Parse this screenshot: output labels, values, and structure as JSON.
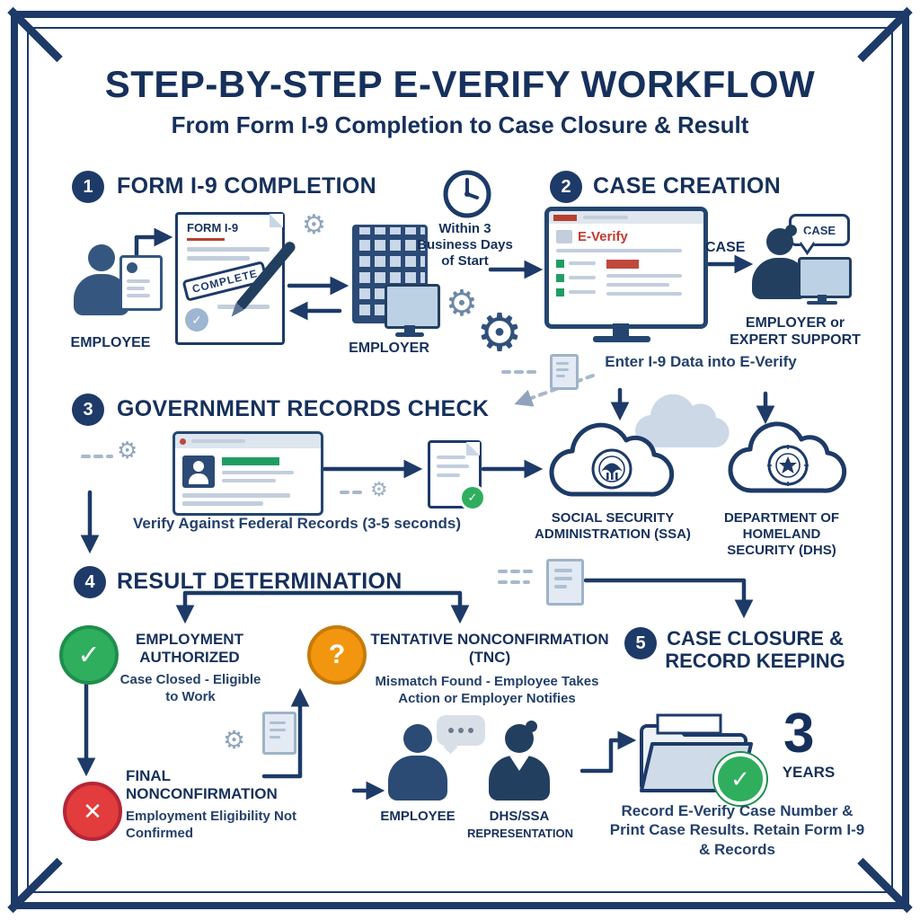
{
  "header": {
    "title": "STEP-BY-STEP E-VERIFY WORKFLOW",
    "subtitle": "From Form I-9 Completion to Case Closure & Result"
  },
  "icons": {
    "gear": "⚙",
    "check": "✓",
    "cross": "✕",
    "question": "?"
  },
  "colors": {
    "navy": "#1d3a68",
    "everify_red": "#c23b31",
    "success_green": "#2fae5e",
    "warning_orange": "#f2960f",
    "error_red": "#e23c3c"
  },
  "s1": {
    "num": "1",
    "title": "FORM I-9 COMPLETION",
    "employee": "EMPLOYEE",
    "form_title": "FORM I-9",
    "stamp": "COMPLETE",
    "employer": "EMPLOYER",
    "timing": "Within 3 Business Days of Start"
  },
  "s2": {
    "num": "2",
    "title": "CASE CREATION",
    "brand": "E-Verify",
    "case_label": "CASE",
    "bubble": "CASE",
    "actor": "EMPLOYER or EXPERT SUPPORT",
    "caption": "Enter I-9 Data into E-Verify"
  },
  "s3": {
    "num": "3",
    "title": "GOVERNMENT RECORDS CHECK",
    "caption": "Verify Against Federal Records (3-5 seconds)",
    "ssa": "SOCIAL SECURITY ADMINISTRATION (SSA)",
    "dhs": "DEPARTMENT OF HOMELAND SECURITY (DHS)"
  },
  "s4": {
    "num": "4",
    "title": "RESULT DETERMINATION",
    "auth_t": "EMPLOYMENT AUTHORIZED",
    "auth_d": "Case Closed - Eligible to Work",
    "tnc_t": "TENTATIVE NONCONFIRMATION (TNC)",
    "tnc_d": "Mismatch Found - Employee Takes Action or Employer Notifies",
    "fnc_t": "FINAL NONCONFIRMATION",
    "fnc_d": "Employment Eligibility Not Confirmed",
    "employee": "EMPLOYEE",
    "rep1": "DHS/SSA",
    "rep2": "REPRESENTATION"
  },
  "s5": {
    "num": "5",
    "title": "CASE CLOSURE & RECORD KEEPING",
    "years_n": "3",
    "years_l": "YEARS",
    "caption": "Record E-Verify Case Number & Print Case Results. Retain Form I-9 & Records"
  }
}
